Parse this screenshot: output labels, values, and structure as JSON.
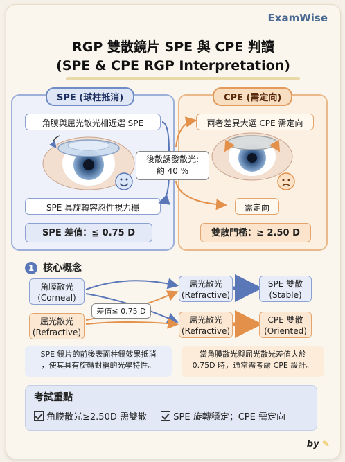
{
  "brand": "ExamWise",
  "title_line1": "RGP 雙散鏡片 SPE 與 CPE 判讀",
  "title_line2": "(SPE & CPE RGP Interpretation)",
  "spe_panel": {
    "tag": "SPE (球柱抵消)",
    "top_box": "角膜與屈光散光相近選 SPE",
    "bottom_box": "SPE 具旋轉容忍性視力穩",
    "criterion": "SPE 差值：≦ 0.75 D",
    "face_icon": "smile-face-icon"
  },
  "cpe_panel": {
    "tag": "CPE (需定向)",
    "top_box": "兩者差異大選 CPE 需定向",
    "bottom_box": "需定向",
    "criterion": "雙散門檻：≥ 2.50 D",
    "face_icon": "worried-face-icon"
  },
  "middle_box": {
    "line1": "後散誘發散光:",
    "line2": "約 40 %"
  },
  "core": {
    "number": "1",
    "title": "核心概念",
    "corneal": [
      "角膜散光",
      "(Corneal)"
    ],
    "refractive_left": [
      "屈光散光",
      "(Refractive)"
    ],
    "refractive_top": [
      "屈光散光",
      "(Refractive)"
    ],
    "refractive_bottom": [
      "屈光散光",
      "(Refractive)"
    ],
    "spe_result": [
      "SPE 雙散",
      "(Stable)"
    ],
    "cpe_result": [
      "CPE 雙散",
      "(Oriented)"
    ],
    "diff_label": "差值≦ 0.75 D"
  },
  "notes": {
    "left": [
      "SPE 鏡片的前後表面柱鏡效果抵消",
      "，使其具有旋轉對稱的光學特性。"
    ],
    "right": [
      "當角膜散光與屈光散光差值大於",
      "0.75D 時，通常需考慮 CPE 設計。"
    ]
  },
  "exam": {
    "title": "考試重點",
    "item1": "角膜散光≥2.50D 需雙散",
    "item2": "SPE 旋轉穩定；CPE 需定向"
  },
  "by": "by",
  "colors": {
    "blue": "#5a77b8",
    "orange": "#e3904a",
    "accent": "#4a6a92"
  }
}
